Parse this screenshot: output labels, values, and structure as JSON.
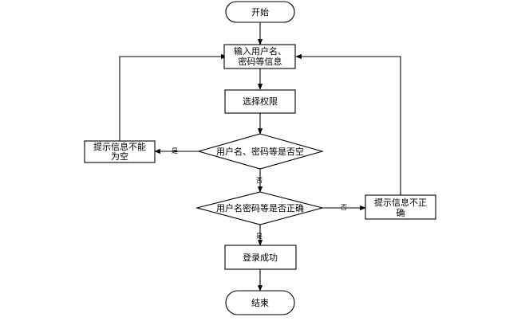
{
  "flowchart": {
    "start": "开始",
    "input_line1": "输入用户名、",
    "input_line2": "密码等信息",
    "select_permission": "选择权限",
    "check_empty": "用户名、密码等是否空",
    "empty_warning_line1": "提示信息不能",
    "empty_warning_line2": "为空",
    "check_correct": "用户名密码等是否正确",
    "incorrect_warning_line1": "提示信息不正",
    "incorrect_warning_line2": "确",
    "login_success": "登录成功",
    "end": "结束",
    "label_yes_empty": "是",
    "label_no_empty": "否",
    "label_no_correct": "否",
    "label_yes_correct": "是"
  }
}
